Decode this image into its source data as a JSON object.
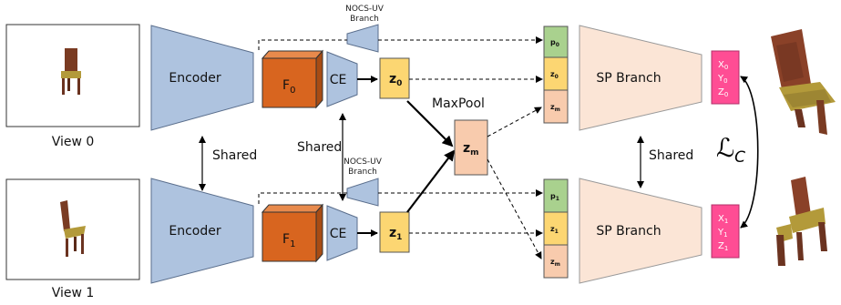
{
  "views": [
    {
      "label": "View 0"
    },
    {
      "label": "View 1"
    }
  ],
  "encoder_label": "Encoder",
  "feature_labels": [
    {
      "main": "F",
      "sub": "0"
    },
    {
      "main": "F",
      "sub": "1"
    }
  ],
  "ce_label": "CE",
  "latent_labels": [
    {
      "main": "z",
      "sub": "0"
    },
    {
      "main": "z",
      "sub": "1"
    }
  ],
  "maxpool_label": "MaxPool",
  "pooled_label": {
    "main": "z",
    "sub": "m"
  },
  "nocs_branch_label": {
    "line1": "NOCS-UV",
    "line2": "Branch"
  },
  "shared_label": "Shared",
  "concat_cells": [
    [
      {
        "main": "p",
        "sub": "0"
      },
      {
        "main": "z",
        "sub": "0"
      },
      {
        "main": "z",
        "sub": "m"
      }
    ],
    [
      {
        "main": "p",
        "sub": "1"
      },
      {
        "main": "z",
        "sub": "1"
      },
      {
        "main": "z",
        "sub": "m"
      }
    ]
  ],
  "sp_branch_label": "SP Branch",
  "outputs": [
    [
      "X",
      "Y",
      "Z"
    ],
    [
      "X",
      "Y",
      "Z"
    ]
  ],
  "output_subs": [
    "0",
    "1"
  ],
  "loss_label": {
    "main": "ℒ",
    "sub": "C"
  },
  "colors": {
    "encoder": "#aec3df",
    "feature": "#d8651f",
    "latent": "#fcd672",
    "pooled": "#f8cbad",
    "cell_p": "#a9d18e",
    "sp_branch": "#fbe5d6",
    "output": "#ff4d94",
    "chair_wood": "#7a3b22",
    "chair_seat": "#b39a3a"
  }
}
